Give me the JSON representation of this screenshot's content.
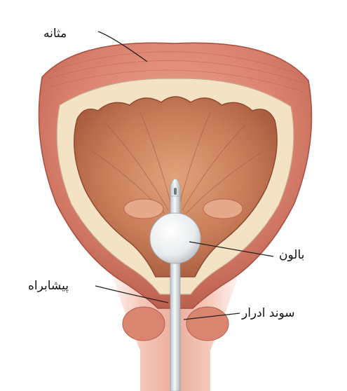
{
  "labels": {
    "bladder": "مثانه",
    "balloon": "بالون",
    "urethra": "پیشابراه",
    "catheter": "سوند ادرار"
  },
  "colors": {
    "muscle_outer": "#d97f6e",
    "muscle_dark": "#b85a4b",
    "mucosa_band": "#f3e2c4",
    "cavity": "#c47a55",
    "cavity_dark": "#a35a3d",
    "catheter": "#e6ebef",
    "balloon": "#f2f4f5"
  }
}
